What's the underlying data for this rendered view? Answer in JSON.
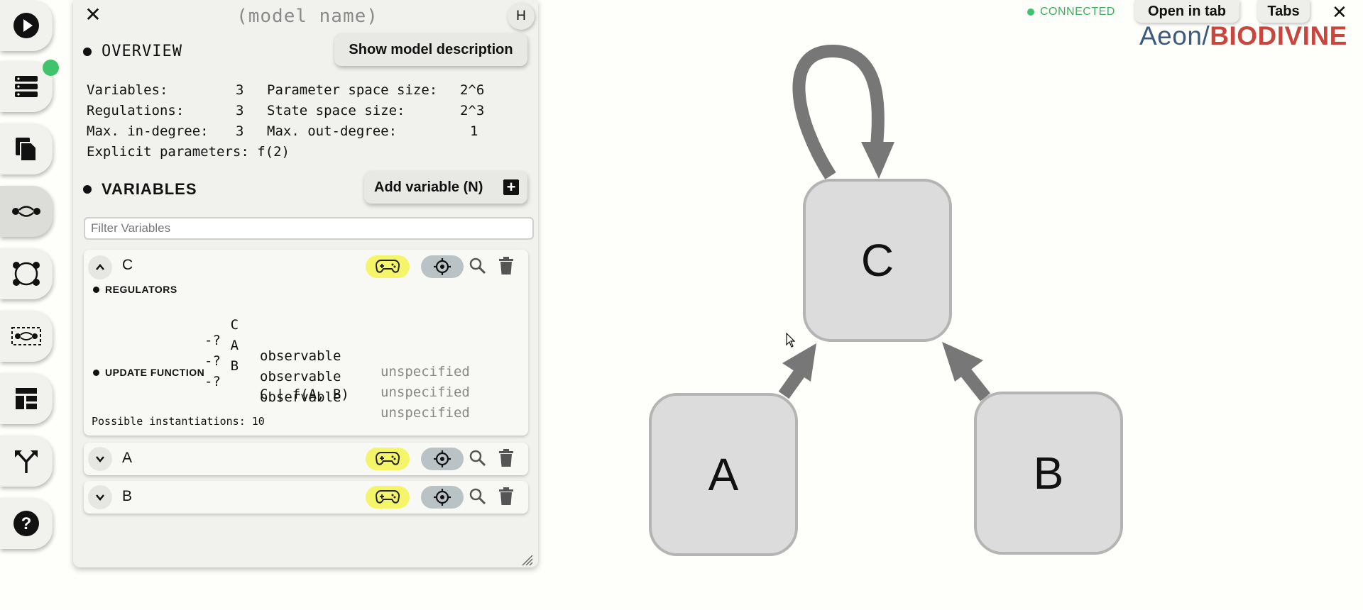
{
  "panel": {
    "model_name": "(model name)",
    "h_label": "H",
    "overview_title": "OVERVIEW",
    "show_description_label": "Show model description",
    "stats": {
      "variables_label": "Variables:",
      "variables_value": "3",
      "regulations_label": "Regulations:",
      "regulations_value": "3",
      "max_in_label": "Max. in-degree:",
      "max_in_value": "3",
      "explicit_label": "Explicit parameters:",
      "explicit_value": "f(2)",
      "param_space_label": "Parameter space size:",
      "param_space_value": "2^6",
      "state_space_label": "State space size:",
      "state_space_value": "2^3",
      "max_out_label": "Max. out-degree:",
      "max_out_value": "1"
    },
    "variables_title": "VARIABLES",
    "add_variable_label": "Add variable (N)",
    "filter_placeholder": "Filter Variables",
    "variables": [
      {
        "name": "C",
        "expanded": true,
        "regulators_title": "REGULATORS",
        "regulators": [
          {
            "source": "C",
            "sign": "-?",
            "type": "observable",
            "status": "unspecified"
          },
          {
            "source": "A",
            "sign": "-?",
            "type": "observable",
            "status": "unspecified"
          },
          {
            "source": "B",
            "sign": "-?",
            "type": "observable",
            "status": "unspecified"
          }
        ],
        "update_title": "UPDATE FUNCTION",
        "update_function": "C | f(A, B)",
        "instantiations": "Possible instantiations: 10"
      },
      {
        "name": "A",
        "expanded": false
      },
      {
        "name": "B",
        "expanded": false
      }
    ]
  },
  "topbar": {
    "status": "CONNECTED",
    "open_in_tab": "Open in tab",
    "tabs": "Tabs",
    "close": "✕",
    "logo_left": "Aeon/",
    "logo_right": "BIODIVINE"
  },
  "graph": {
    "nodes": [
      "C",
      "A",
      "B"
    ],
    "edges": [
      {
        "from": "C",
        "to": "C"
      },
      {
        "from": "A",
        "to": "C"
      },
      {
        "from": "B",
        "to": "C"
      }
    ]
  },
  "colors": {
    "accent_green": "#3fc46d",
    "gamepad_yellow": "#f5f56a",
    "logo_blue": "#3c5a7e",
    "logo_red": "#c8463e",
    "edge_gray": "#777777"
  }
}
